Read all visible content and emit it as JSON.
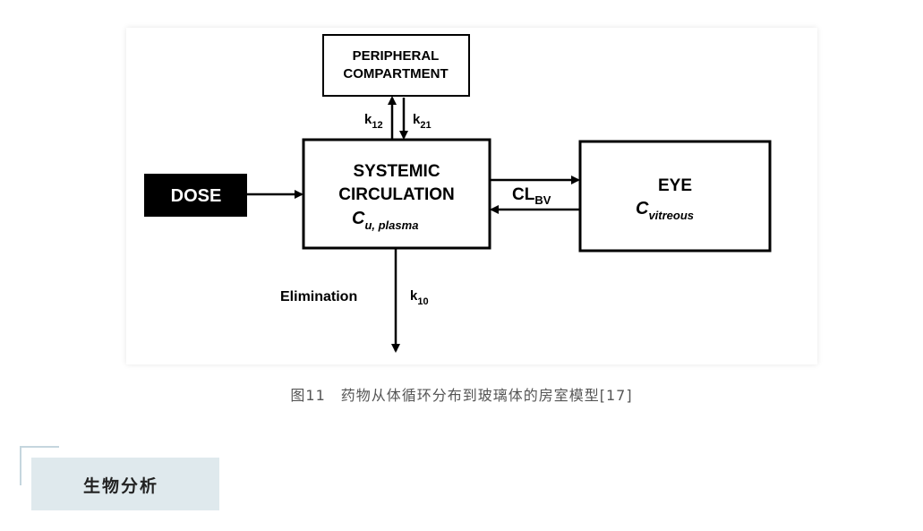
{
  "diagram": {
    "peripheral": {
      "line1": "PERIPHERAL",
      "line2": "COMPARTMENT"
    },
    "systemic": {
      "line1": "SYSTEMIC",
      "line2": "CIRCULATION",
      "conc_main": "C",
      "conc_sub": "u, plasma"
    },
    "eye": {
      "label": "EYE",
      "conc_main": "C",
      "conc_sub": "vitreous"
    },
    "dose": {
      "label": "DOSE"
    },
    "k12": {
      "main": "k",
      "sub": "12"
    },
    "k21": {
      "main": "k",
      "sub": "21"
    },
    "k10": {
      "main": "k",
      "sub": "10"
    },
    "clbv": {
      "main": "CL",
      "sub": "BV"
    },
    "elimination": "Elimination"
  },
  "caption": "图11　药物从体循环分布到玻璃体的房室模型[17]",
  "section": {
    "title": "生物分析"
  }
}
